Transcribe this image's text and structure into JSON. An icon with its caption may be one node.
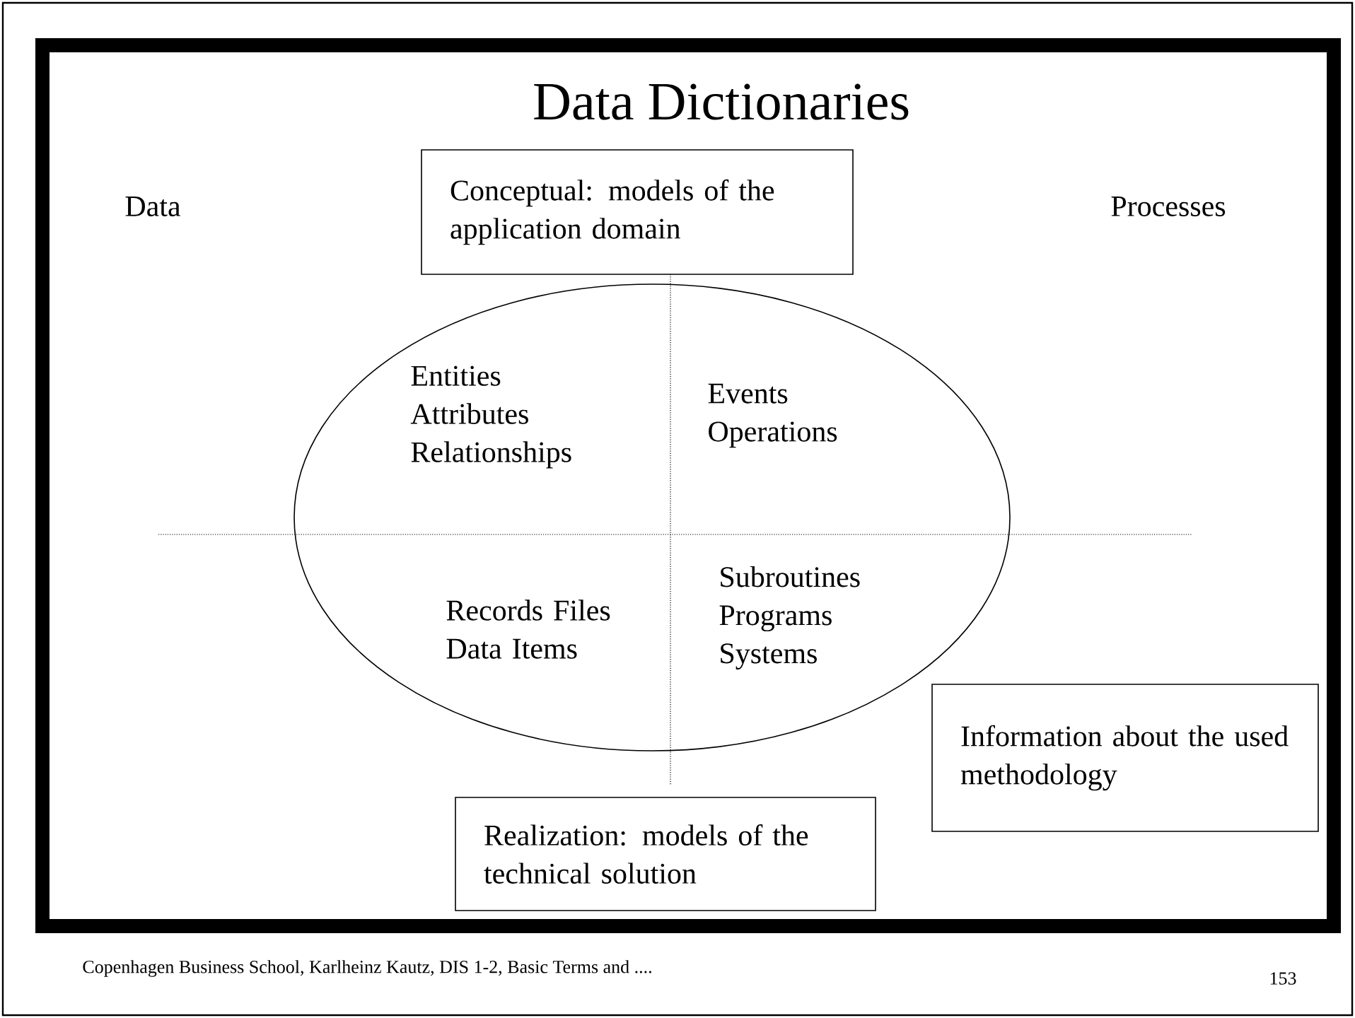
{
  "diagram": {
    "title": "Data Dictionaries",
    "nodes": [
      {
        "text": [
          "Conceptual: models of the application domain"
        ]
      },
      {
        "text": [
          "Entities Attributes Relationships",
          "Events Operations",
          "Records Files Data Items",
          "Subroutines Programs Systems"
        ]
      },
      {
        "text": [
          "Realization: models of the technical solution"
        ]
      },
      {
        "text": [
          "Information about the used methodology"
        ]
      }
    ],
    "labels": [
      "Data",
      "Processes",
      "Copenhagen Business School, Karlheinz Kautz, DIS 1-2, Basic Terms  and ....",
      "153"
    ]
  }
}
